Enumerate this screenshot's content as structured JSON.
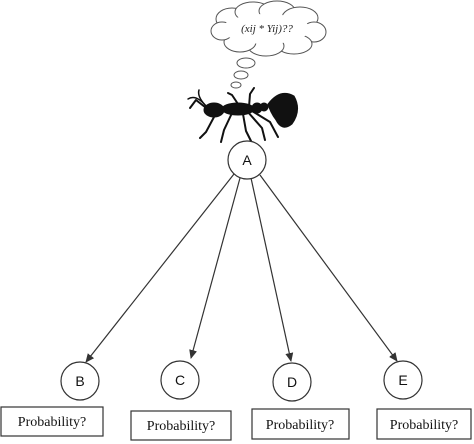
{
  "thought": {
    "formula": "(xij * Yij)??"
  },
  "ant": {
    "icon": "ant-icon"
  },
  "source_node": {
    "label": "A"
  },
  "targets": [
    {
      "label": "B",
      "probability_label": "Probability?"
    },
    {
      "label": "C",
      "probability_label": "Probability?"
    },
    {
      "label": "D",
      "probability_label": "Probability?"
    },
    {
      "label": "E",
      "probability_label": "Probability?"
    }
  ],
  "colors": {
    "stroke": "#333333",
    "ant": "#111111",
    "background": "#ffffff"
  }
}
